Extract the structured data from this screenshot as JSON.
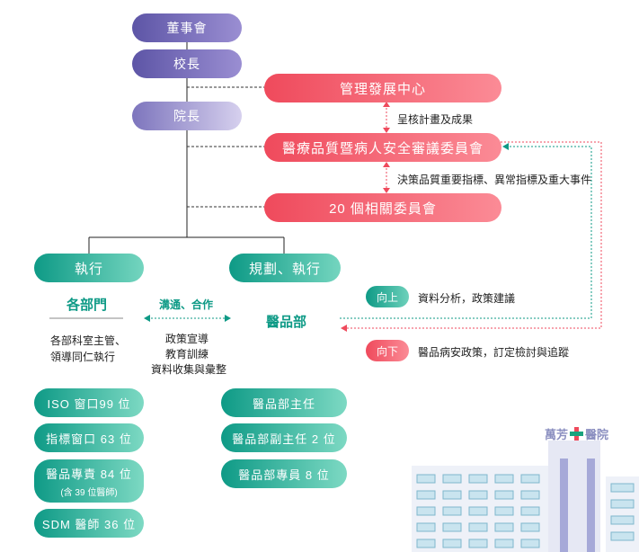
{
  "org": {
    "board": "董事會",
    "president": "校長",
    "dean": "院長",
    "mgmt_center": "管理發展中心",
    "quality_committee": "醫療品質暨病人安全審議委員會",
    "committees": "20 個相關委員會",
    "report_label": "呈核計畫及成果",
    "decision_label": "決策品質重要指標、異常指標及重大事件"
  },
  "exec": {
    "title": "執行",
    "dept": "各部門",
    "desc_lines": [
      "各部科室主管、",
      "領導同仁執行"
    ],
    "items": [
      {
        "main": "ISO 窗口99 位",
        "sub": ""
      },
      {
        "main": "指標窗口 63 位",
        "sub": ""
      },
      {
        "main": "醫品專責 84 位",
        "sub": "(含 39 位醫師)"
      },
      {
        "main": "SDM 醫師 36 位",
        "sub": ""
      }
    ]
  },
  "middle": {
    "title": "溝通、合作",
    "lines": [
      "政策宣導",
      "教育訓練",
      "資料收集與彙整"
    ]
  },
  "plan": {
    "title": "規劃、執行",
    "dept": "醫品部",
    "items": [
      "醫品部主任",
      "醫品部副主任 2 位",
      "醫品部專員 8 位"
    ]
  },
  "legend": {
    "up_tag": "向上",
    "up_text": "資料分析，政策建議",
    "down_tag": "向下",
    "down_text": "醫品病安政策，訂定檢討與追蹤"
  },
  "building": {
    "name_left": "萬芳",
    "name_right": "醫院"
  },
  "colors": {
    "purple": "#5d55a6",
    "red": "#ef4a5c",
    "green": "#0e9a86"
  }
}
